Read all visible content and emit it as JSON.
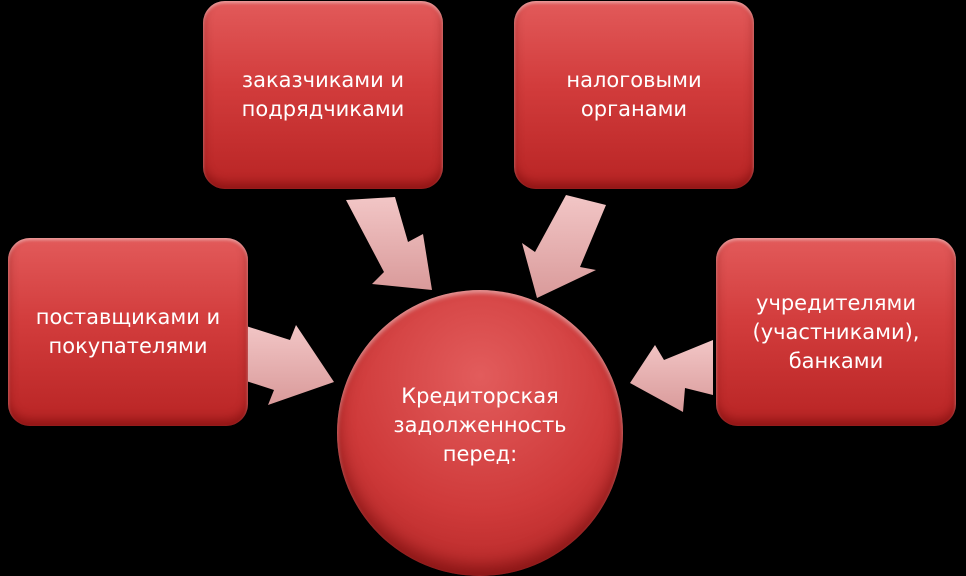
{
  "center": {
    "text": "Кредиторская\nзадолженность\nперед:"
  },
  "boxes": [
    {
      "text": "поставщиками и\nпокупателями"
    },
    {
      "text": "заказчиками и\nподрядчиками"
    },
    {
      "text": "налоговыми\nорганами"
    },
    {
      "text": "учредителями\n(участниками),\nбанками"
    }
  ],
  "colors": {
    "box": "#d23c3c",
    "arrow": "#e8b4b4",
    "background": "#000000"
  }
}
